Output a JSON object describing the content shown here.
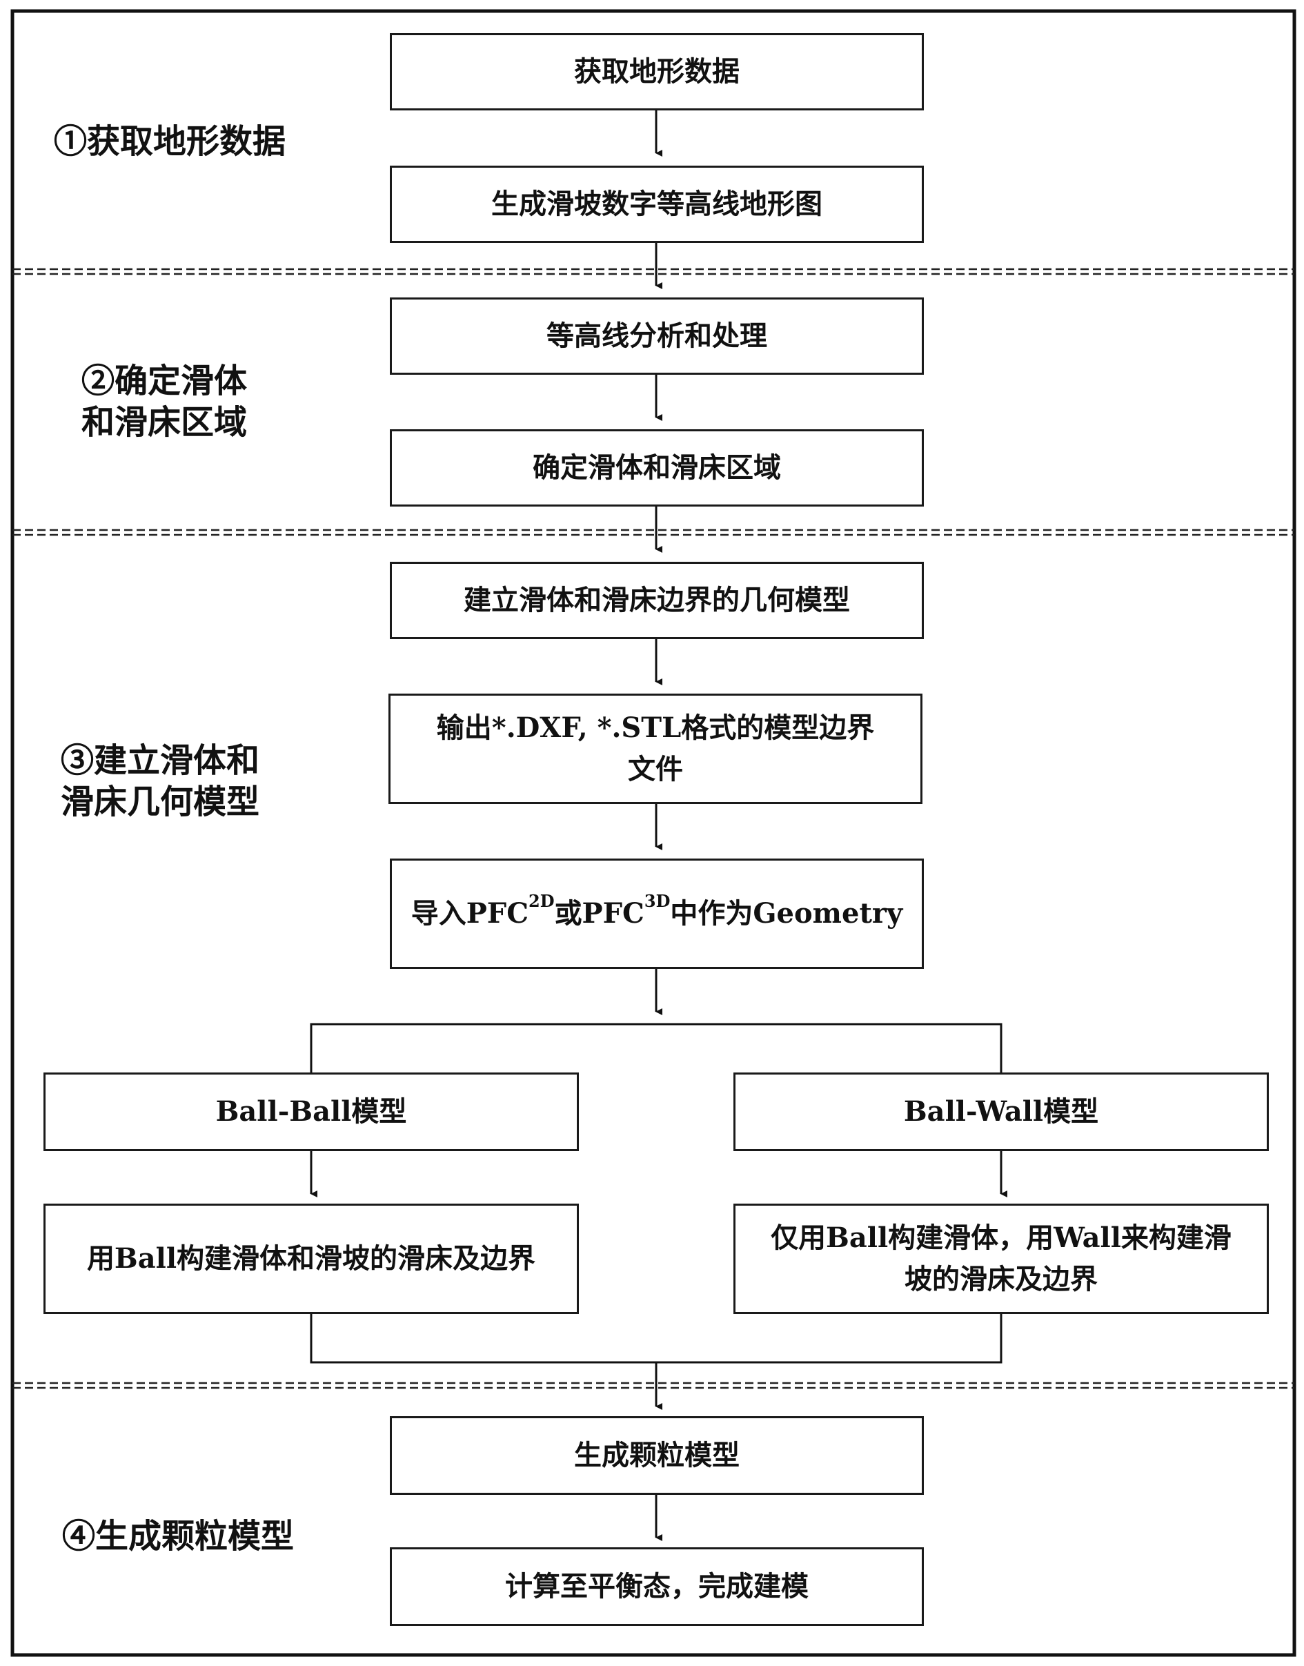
{
  "sections": [
    {
      "label": "①获取地形数据"
    },
    {
      "label": "②确定滑体\n和滑床区域"
    },
    {
      "label": "③建立滑体和\n滑床几何模型"
    },
    {
      "label": "④生成颗粒模型"
    }
  ],
  "steps": {
    "get_terrain": "获取地形数据",
    "contour_map": "生成滑坡数字等高线地形图",
    "contour_analysis": "等高线分析和处理",
    "determine_region": "确定滑体和滑床区域",
    "geometry_model": "建立滑体和滑床边界的几何模型",
    "export_files": "输出*.DXF, *.STL格式的模型边界文件",
    "import_pfc": {
      "prefix": "导入PFC",
      "sup1": "2D",
      "middle": "或PFC",
      "sup2": "3D",
      "suffix": "中作为Geometry"
    },
    "ball_ball_model": "Ball-Ball模型",
    "ball_wall_model": "Ball-Wall模型",
    "ball_ball_desc": "用Ball构建滑体和滑坡的滑床及边界",
    "ball_wall_desc": "仅用Ball构建滑体，用Wall来构建滑坡的滑床及边界",
    "generate_particles": "生成颗粒模型",
    "equilibrium": "计算至平衡态，完成建模"
  }
}
